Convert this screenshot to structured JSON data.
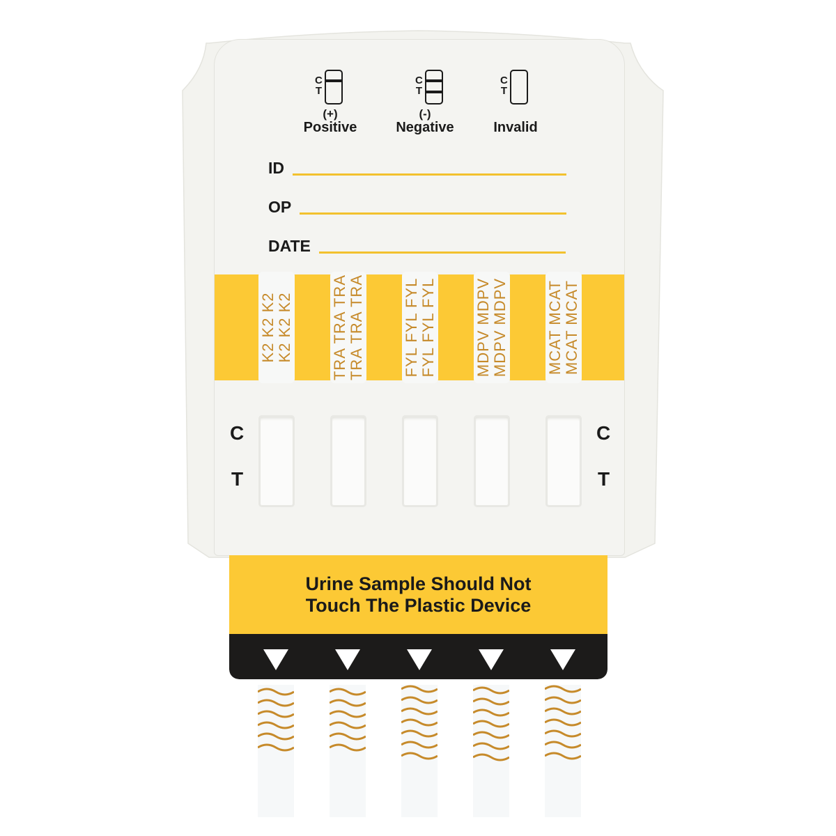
{
  "legend": [
    {
      "sign": "(+)",
      "label": "Positive",
      "icon": "positive-result-icon",
      "ct": "C\nT"
    },
    {
      "sign": "(-)",
      "label": "Negative",
      "icon": "negative-result-icon",
      "ct": "C\nT"
    },
    {
      "sign": "",
      "label": "Invalid",
      "icon": "invalid-result-icon",
      "ct": "C\nT"
    }
  ],
  "form": {
    "id_label": "ID",
    "op_label": "OP",
    "date_label": "DATE",
    "id_value": "",
    "op_value": "",
    "date_value": ""
  },
  "strips": [
    {
      "code": "K2",
      "text_line1": "K2  K2  K2",
      "text_line2": "K2  K2  K2"
    },
    {
      "code": "TRA",
      "text_line1": "TRA TRA TRA",
      "text_line2": "TRA TRA TRA"
    },
    {
      "code": "FYL",
      "text_line1": "FYL FYL FYL",
      "text_line2": "FYL FYL FYL"
    },
    {
      "code": "MDPV",
      "text_line1": "MDPV MDPV",
      "text_line2": "MDPV MDPV"
    },
    {
      "code": "MCAT",
      "text_line1": "MCAT MCAT",
      "text_line2": "MCAT MCAT"
    }
  ],
  "result_window": {
    "c_label": "C",
    "t_label": "T"
  },
  "warning": {
    "line1": "Urine Sample Should Not",
    "line2": "Touch The Plastic Device"
  },
  "colors": {
    "accent_yellow": "#fcc935",
    "strip_text": "#c68a2a",
    "label_black": "#1c1b1a",
    "device_body": "#f4f4f1"
  }
}
